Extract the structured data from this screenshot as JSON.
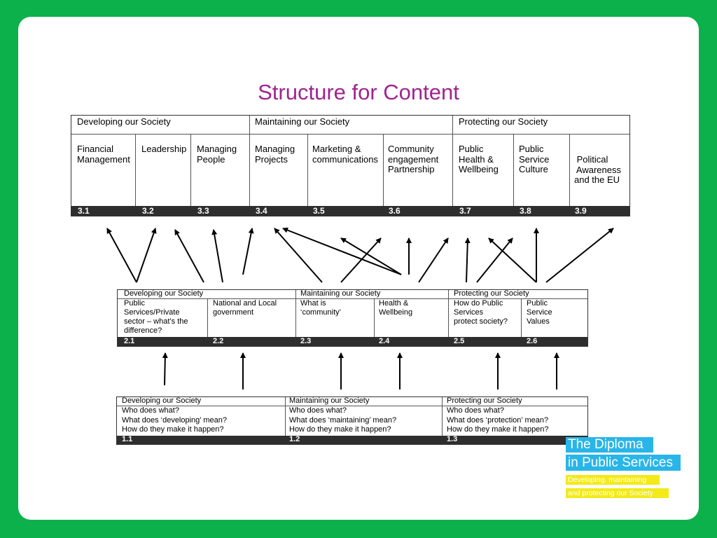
{
  "title": "Structure for Content",
  "level3": {
    "headers": [
      "Developing our Society",
      "Maintaining our Society",
      "Protecting our Society"
    ],
    "units": [
      {
        "text": "Financial\nManagement",
        "num": "3.1"
      },
      {
        "text": "Leadership",
        "num": "3.2"
      },
      {
        "text": "Managing\nPeople",
        "num": "3.3"
      },
      {
        "text": "Managing\nProjects",
        "num": "3.4"
      },
      {
        "text": "Marketing &\ncommunications",
        "num": "3.5"
      },
      {
        "text": "Community\nengagement\nPartnership",
        "num": "3.6"
      },
      {
        "text": "Public\nHealth &\nWellbeing",
        "num": "3.7"
      },
      {
        "text": "Public\nService\nCulture",
        "num": "3.8"
      },
      {
        "text": " Political\n Awareness\nand the EU",
        "num": "3.9"
      }
    ]
  },
  "level2": {
    "headers": [
      "Developing our Society",
      "Maintaining our Society",
      "Protecting our Society"
    ],
    "units": [
      {
        "text": "Public\nServices/Private\nsector – what’s the\ndifference?",
        "num": "2.1"
      },
      {
        "text": "National and Local\ngovernment",
        "num": "2.2"
      },
      {
        "text": "What is\n‘community’",
        "num": "2.3"
      },
      {
        "text": "Health &\nWellbeing",
        "num": "2.4"
      },
      {
        "text": "How do Public\nServices\nprotect society?",
        "num": "2.5"
      },
      {
        "text": "Public\nService\nValues",
        "num": "2.6"
      }
    ]
  },
  "level1": {
    "units": [
      {
        "header": "Developing our Society",
        "lines": [
          "Who does what?",
          "What does ‘developing’ mean?",
          "How do they make it happen?"
        ],
        "num": "1.1"
      },
      {
        "header": "Maintaining our Society",
        "lines": [
          "Who does what?",
          "What does ‘maintaining’ mean?",
          "How do they make it happen?"
        ],
        "num": "1.2"
      },
      {
        "header": "Protecting our Society",
        "lines": [
          "Who does what?",
          "What does ‘protection’ mean?",
          "How do they make it happen?"
        ],
        "num": "1.3"
      }
    ]
  },
  "logo": {
    "line1": "The Diploma",
    "line2": "in Public Services",
    "tag1": "Developing, maintaining",
    "tag2": "and protecting our Society",
    "cyan": "#29b5e8",
    "yellow": "#f2ea1a"
  },
  "colors": {
    "background": "#0db14b",
    "title": "#a0248f",
    "bar": "#2e2e2e"
  }
}
